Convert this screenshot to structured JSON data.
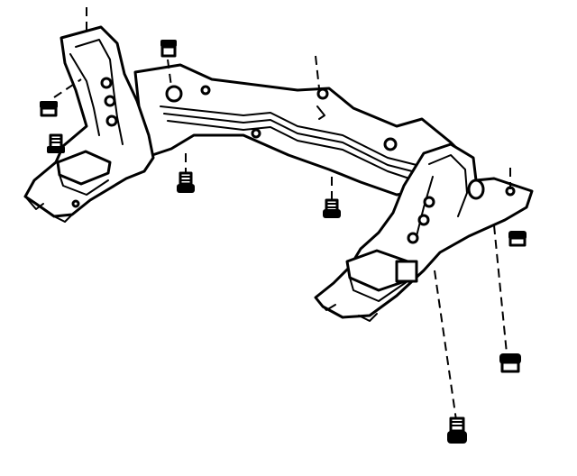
{
  "diagram": {
    "stroke_color": "#000000",
    "background_color": "#ffffff",
    "components": [
      {
        "name": "frame-crossmember",
        "icon": "frame-icon"
      },
      {
        "name": "left-frame-rail",
        "icon": "rail-icon"
      },
      {
        "name": "right-frame-rail",
        "icon": "rail-icon"
      },
      {
        "name": "mounting-bolt",
        "count": 4,
        "icon": "bolt-icon"
      },
      {
        "name": "retainer-nut",
        "count": 4,
        "icon": "nut-icon"
      }
    ]
  }
}
